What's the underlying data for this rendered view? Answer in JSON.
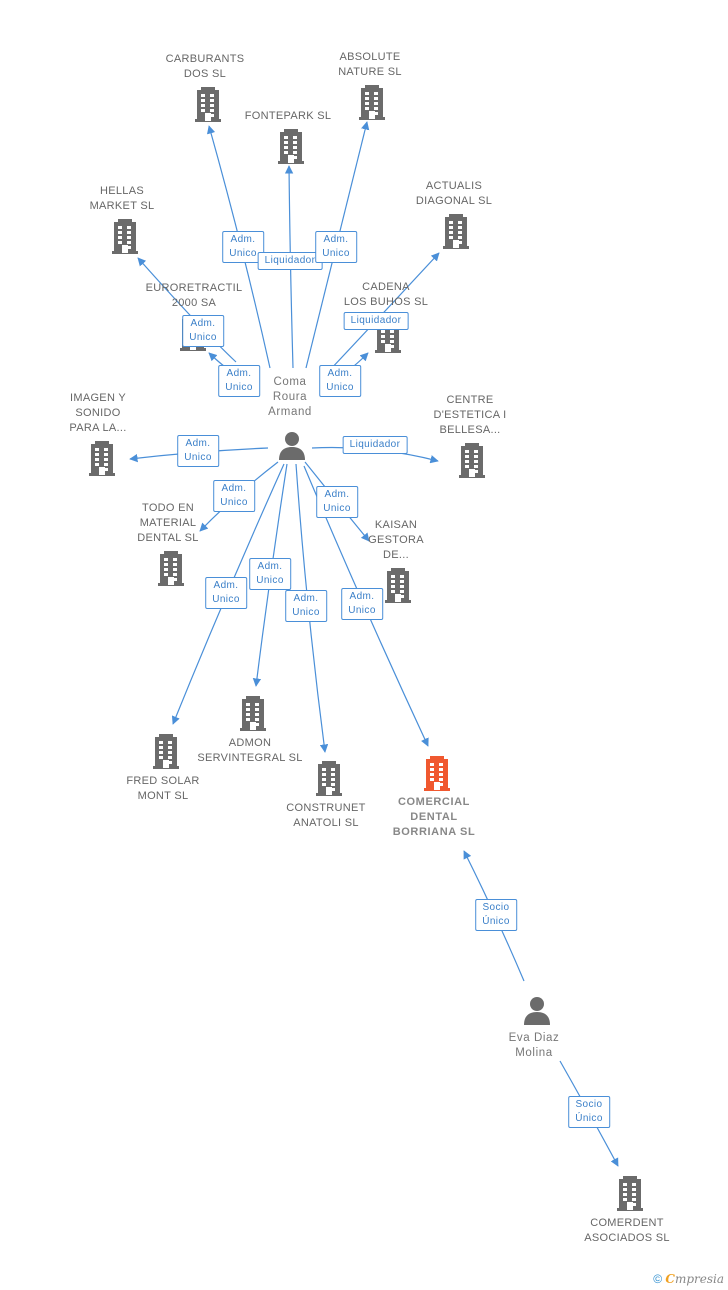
{
  "colors": {
    "edge": "#4a8fd8",
    "icon": "#6b6b6b",
    "highlight": "#f0582f",
    "person": "#6b6b6b"
  },
  "nodes": [
    {
      "id": "carburants",
      "type": "company",
      "label": "CARBURANTS\nDOS SL"
    },
    {
      "id": "absolute",
      "type": "company",
      "label": "ABSOLUTE\nNATURE SL"
    },
    {
      "id": "fontepark",
      "type": "company",
      "label": "FONTEPARK SL"
    },
    {
      "id": "hellas",
      "type": "company",
      "label": "HELLAS\nMARKET SL"
    },
    {
      "id": "actualis",
      "type": "company",
      "label": "ACTUALIS\nDIAGONAL SL"
    },
    {
      "id": "euroretractil",
      "type": "company",
      "label": "EURORETRACTIL\n2000 SA"
    },
    {
      "id": "cadena",
      "type": "company",
      "label": "CADENA\nLOS BUHOS SL"
    },
    {
      "id": "imagen",
      "type": "company",
      "label": "IMAGEN Y\nSONIDO\nPARA LA..."
    },
    {
      "id": "centre",
      "type": "company",
      "label": "CENTRE\nD'ESTETICA I\nBELLESA..."
    },
    {
      "id": "todo",
      "type": "company",
      "label": "TODO EN\nMATERIAL\nDENTAL SL"
    },
    {
      "id": "kaisan",
      "type": "company",
      "label": "KAISAN\nGESTORA\nDE..."
    },
    {
      "id": "admon",
      "type": "company",
      "label": "ADMON\nSERVINTEGRAL SL"
    },
    {
      "id": "fred",
      "type": "company",
      "label": "FRED SOLAR\nMONT SL"
    },
    {
      "id": "construnet",
      "type": "company",
      "label": "CONSTRUNET\nANATOLI SL"
    },
    {
      "id": "comercial",
      "type": "company",
      "label": "COMERCIAL\nDENTAL\nBORRIANA SL",
      "highlight": true
    },
    {
      "id": "comerdent",
      "type": "company",
      "label": "COMERDENT\nASOCIADOS SL"
    },
    {
      "id": "coma",
      "type": "person",
      "label": "Coma\nRoura\nArmand"
    },
    {
      "id": "eva",
      "type": "person",
      "label": "Eva Diaz\nMolina"
    }
  ],
  "edges": [
    {
      "from": "coma",
      "to": "carburants",
      "label": "Adm.\nUnico"
    },
    {
      "from": "coma",
      "to": "fontepark",
      "label": "Liquidador"
    },
    {
      "from": "coma",
      "to": "absolute",
      "label": "Adm.\nUnico"
    },
    {
      "from": "coma",
      "to": "hellas",
      "label": "Adm.\nUnico"
    },
    {
      "from": "coma",
      "to": "euroretractil",
      "label": "Adm.\nUnico"
    },
    {
      "from": "coma",
      "to": "cadena",
      "label": "Adm.\nUnico"
    },
    {
      "from": "coma",
      "to": "actualis",
      "label": "Liquidador"
    },
    {
      "from": "coma",
      "to": "imagen",
      "label": "Adm.\nUnico"
    },
    {
      "from": "coma",
      "to": "centre",
      "label": "Liquidador"
    },
    {
      "from": "coma",
      "to": "todo",
      "label": "Adm.\nUnico"
    },
    {
      "from": "coma",
      "to": "kaisan",
      "label": "Adm.\nUnico"
    },
    {
      "from": "coma",
      "to": "admon",
      "label": "Adm.\nUnico"
    },
    {
      "from": "coma",
      "to": "fred",
      "label": "Adm.\nUnico"
    },
    {
      "from": "coma",
      "to": "construnet",
      "label": "Adm.\nUnico"
    },
    {
      "from": "coma",
      "to": "comercial",
      "label": "Adm.\nUnico"
    },
    {
      "from": "eva",
      "to": "comercial",
      "label": "Socio\nÚnico"
    },
    {
      "from": "eva",
      "to": "comerdent",
      "label": "Socio\nÚnico"
    }
  ],
  "footer": {
    "copyright": "©",
    "brand_first": "C",
    "brand_rest": "mpresia"
  }
}
